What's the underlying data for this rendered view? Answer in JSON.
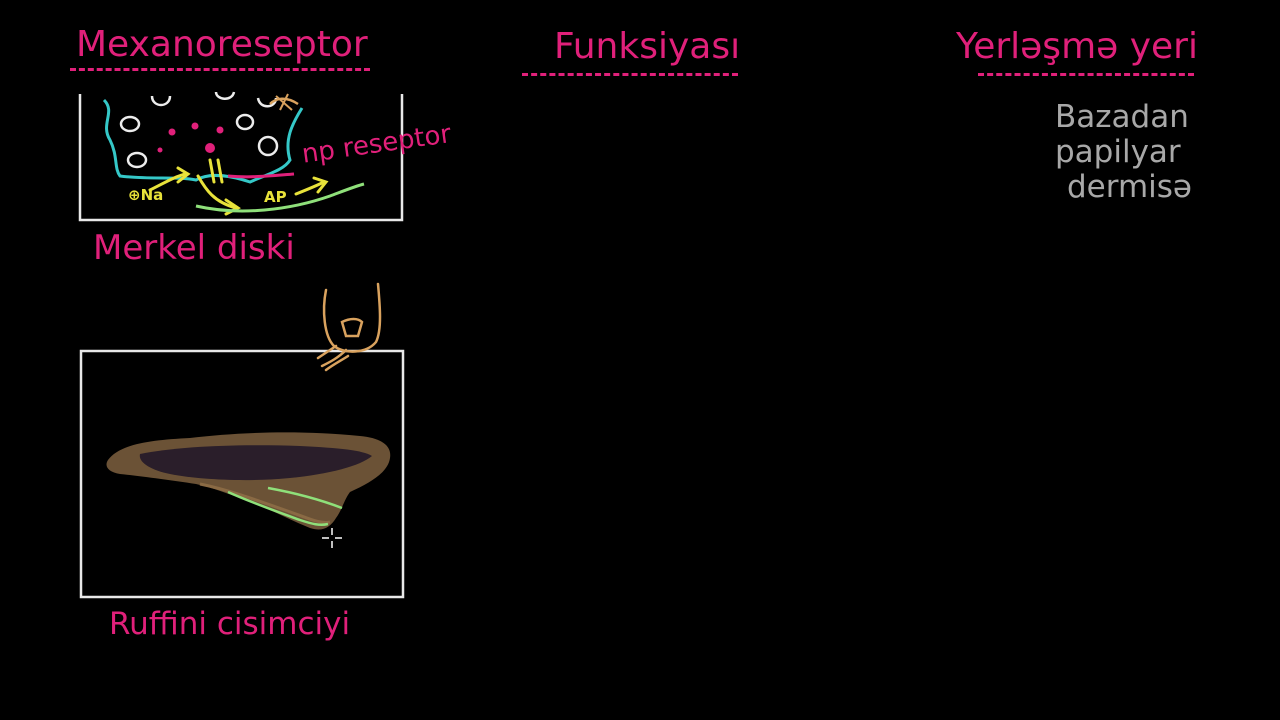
{
  "headers": {
    "col1": "Mexanoreseptor",
    "col2": "Funksiyası",
    "col3": "Yerləşmə yeri"
  },
  "merkel": {
    "label": "Merkel diski",
    "annotation": "np reseptor",
    "mark_na": "⊕Na",
    "mark_ap": "AP"
  },
  "ruffini": {
    "label": "Ruffini cisimciyi"
  },
  "location_note": {
    "line1": "Bazadan",
    "line2": "papilyar",
    "line3": "dermisə"
  },
  "colors": {
    "pink": "#e0207a",
    "gray": "#a8a8a8",
    "cyan": "#35c8c8",
    "yellow": "#e8e23a",
    "green": "#8fe07a",
    "tan": "#d9a25e"
  },
  "icons": {
    "finger": "finger-press-icon",
    "cursor": "crosshair-cursor-icon"
  }
}
